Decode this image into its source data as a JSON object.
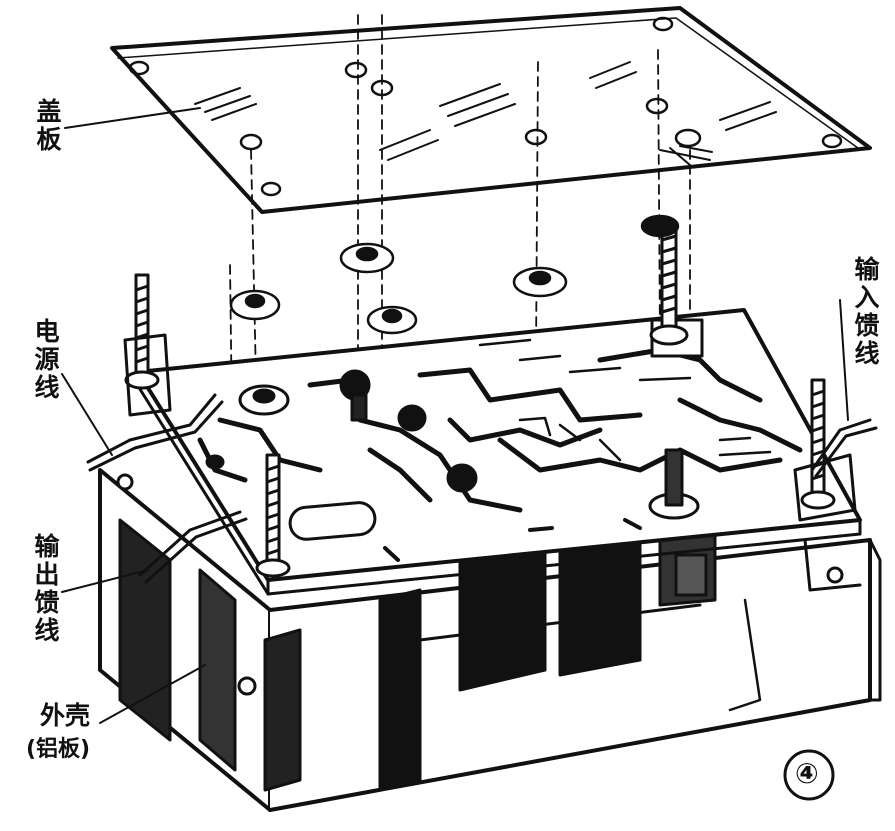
{
  "labels": {
    "cover_plate": "盖\n板",
    "power_line": "电\n源\n线",
    "input_feeder": "输\n入\n馈\n线",
    "output_feeder": "输\n出\n馈\n线",
    "shell": "外壳",
    "shell_material": "(铝板)"
  },
  "figure_number": "④",
  "colors": {
    "ink": "#111111",
    "paper": "#ffffff"
  }
}
